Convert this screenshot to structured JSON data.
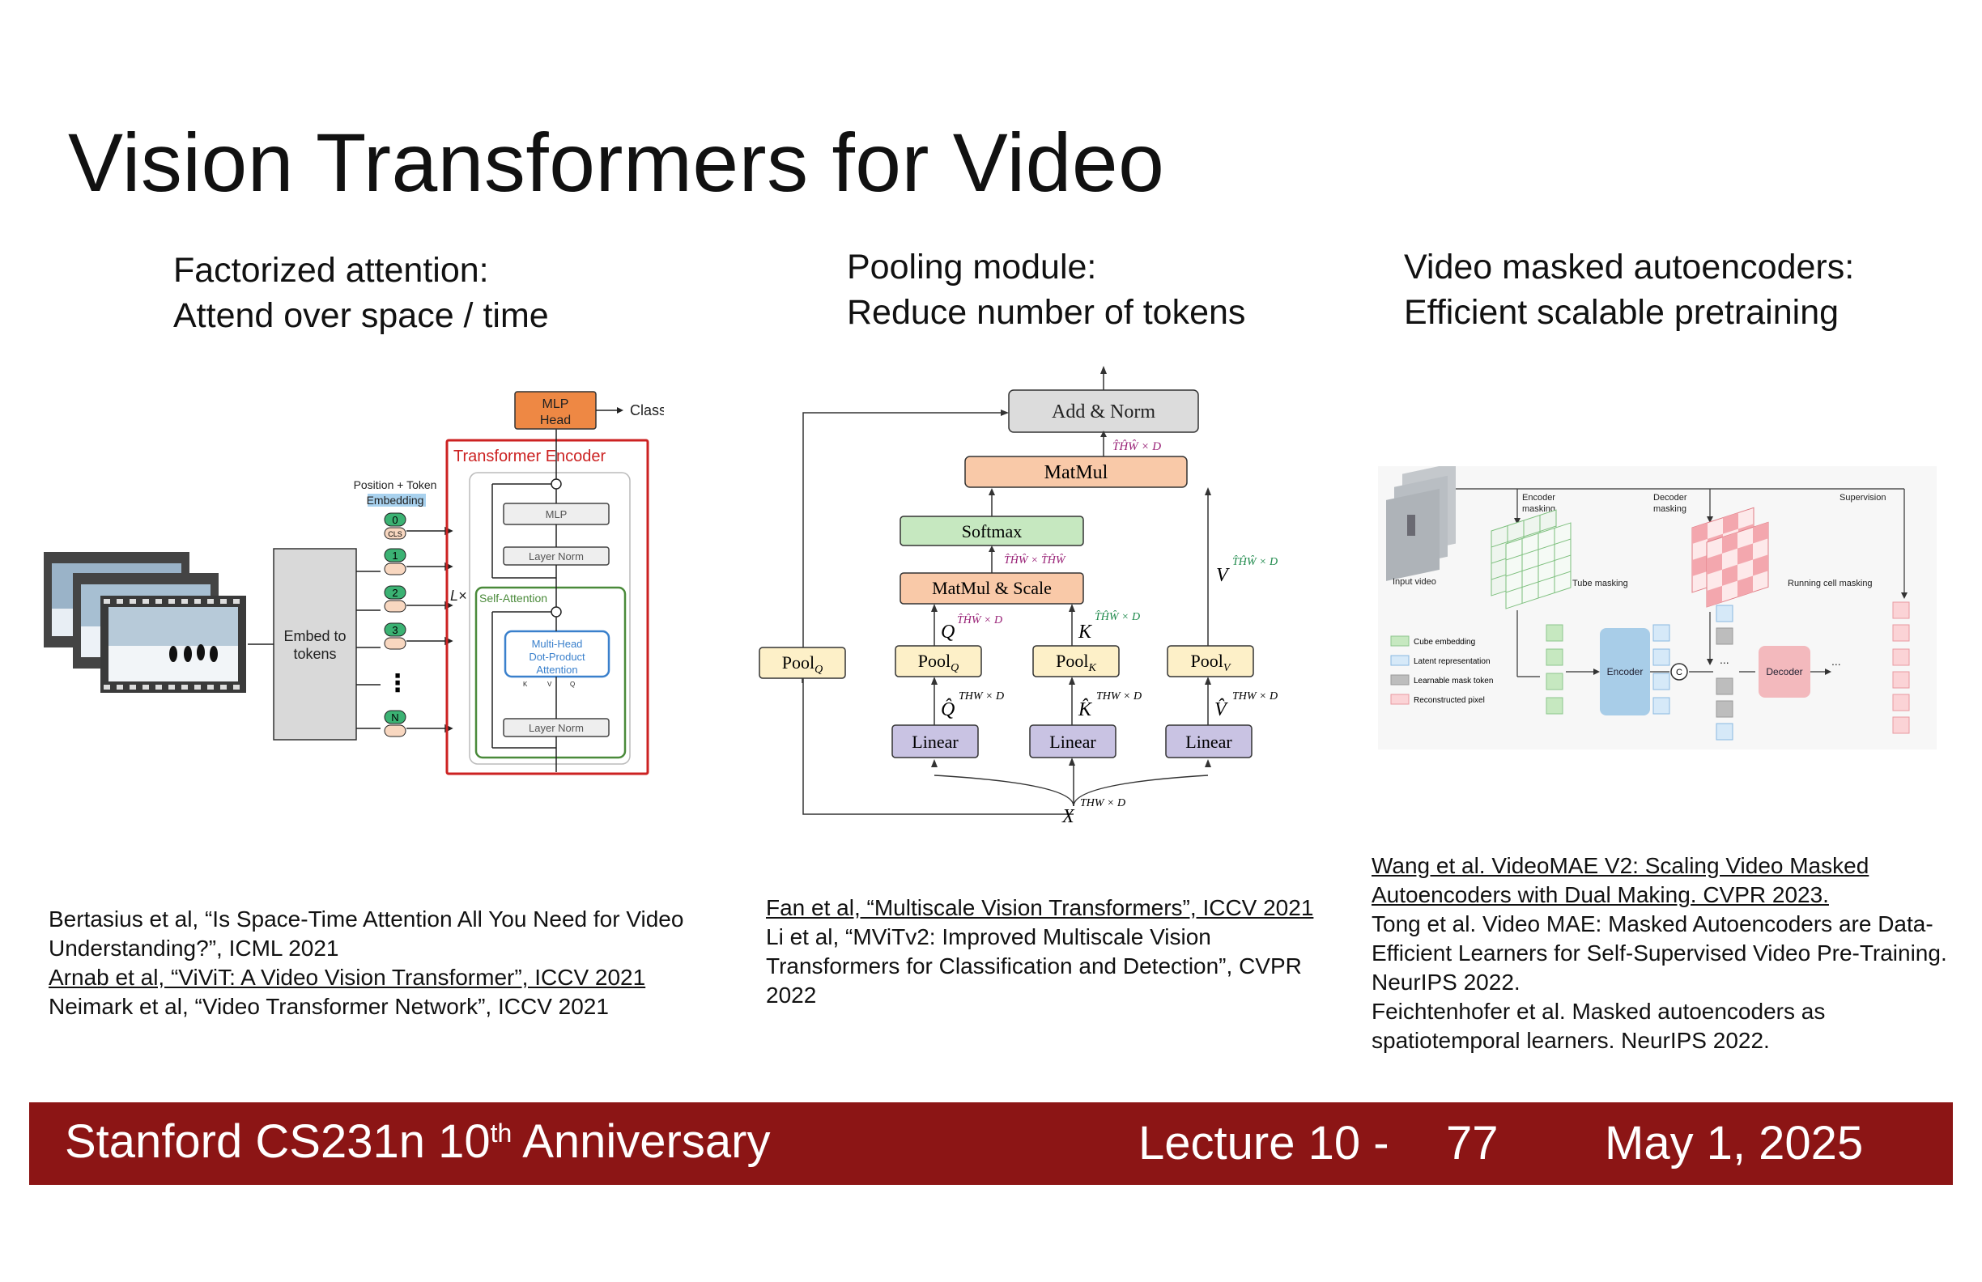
{
  "slide": {
    "title": "Vision Transformers for Video"
  },
  "columns": [
    {
      "heading_line1": "Factorized attention:",
      "heading_line2": "Attend over space / time",
      "figure": {
        "embed_label_1": "Embed to",
        "embed_label_2": "tokens",
        "pos_label": "Position + Token",
        "pos_label_2": "Embedding",
        "tokens": [
          "0",
          "1",
          "2",
          "3",
          "N"
        ],
        "cls": "CLS",
        "dots": "⋮",
        "mlp_head_1": "MLP",
        "mlp_head_2": "Head",
        "class_label": "Class",
        "encoder_title": "Transformer  Encoder",
        "lx": "L×",
        "mlp": "MLP",
        "layer_norm_top": "Layer Norm",
        "self_attention": "Self-Attention",
        "mha_1": "Multi-Head",
        "mha_2": "Dot-Product",
        "mha_3": "Attention",
        "layer_norm_bottom": "Layer Norm",
        "kvq": [
          "K",
          "V",
          "Q"
        ]
      },
      "refs": [
        {
          "text": "Bertasius et al, “Is Space-Time Attention All You Need for Video",
          "underline": false
        },
        {
          "text": "Understanding?”, ICML 2021",
          "underline": false
        },
        {
          "text": "Arnab et al, “ViViT: A Video Vision Transformer”, ICCV 2021",
          "underline": true
        },
        {
          "text": "Neimark et al, “Video Transformer Network”, ICCV 2021",
          "underline": false
        }
      ]
    },
    {
      "heading_line1": "Pooling module:",
      "heading_line2": "Reduce number of tokens",
      "figure": {
        "add_norm": "Add & Norm",
        "matmul": "MatMul",
        "softmax": "Softmax",
        "matmul_scale": "MatMul & Scale",
        "pool_q_side": "Pool",
        "pool_q": "Pool",
        "pool_k": "Pool",
        "pool_v": "Pool",
        "sub_q": "Q",
        "sub_k": "K",
        "sub_v": "V",
        "linear": "Linear",
        "x_label": "X",
        "thwd": "THW × D",
        "hat_thwd": "T̂ĤŴ × D",
        "softmax_dim": "T̂ĤŴ × T̂ĤŴ",
        "q_hat": "Q̂",
        "k_hat": "K̂",
        "v_hat": "V̂",
        "q": "Q",
        "k": "K",
        "v": "V"
      },
      "refs": [
        {
          "text": "Fan et al, “Multiscale Vision Transformers”, ICCV 2021",
          "underline": true
        },
        {
          "text": "Li et al, “MViTv2: Improved Multiscale Vision",
          "underline": false
        },
        {
          "text": "Transformers for Classification and Detection”, CVPR",
          "underline": false
        },
        {
          "text": "2022",
          "underline": false
        }
      ]
    },
    {
      "heading_line1": "Video masked autoencoders:",
      "heading_line2": "Efficient scalable pretraining",
      "figure": {
        "encoder_masking_1": "Encoder",
        "encoder_masking_2": "masking",
        "decoder_masking_1": "Decoder",
        "decoder_masking_2": "masking",
        "supervision": "Supervision",
        "input_video": "Input video",
        "tube_masking": "Tube masking",
        "running_cell_masking": "Running cell masking",
        "legend": [
          "Cube embedding",
          "Latent representation",
          "Learnable mask token",
          "Reconstructed pixel"
        ],
        "encoder": "Encoder",
        "decoder": "Decoder",
        "concat": "C",
        "ellipsis": "..."
      },
      "refs": [
        {
          "text": "Wang et al. VideoMAE V2: Scaling Video Masked",
          "underline": true
        },
        {
          "text": "Autoencoders with Dual Making. CVPR 2023.",
          "underline": true
        },
        {
          "text": "Tong et al. Video MAE: Masked Autoencoders are Data-",
          "underline": false
        },
        {
          "text": "Efficient Learners for Self-Supervised Video Pre-Training.",
          "underline": false
        },
        {
          "text": "NeurIPS 2022.",
          "underline": false
        },
        {
          "text": "Feichtenhofer et al. Masked autoencoders as",
          "underline": false
        },
        {
          "text": "spatiotemporal learners. NeurIPS 2022.",
          "underline": false
        }
      ]
    }
  ],
  "footer": {
    "course": "Stanford CS231n 10",
    "course_sup": "th",
    "course_rest": " Anniversary",
    "lecture": "Lecture 10 -",
    "page": "77",
    "date": "May 1, 2025"
  },
  "colors": {
    "footer_bg": "#8c1515",
    "encoder_red": "#cc2222",
    "self_attention_green": "#4a8a3a",
    "mlp_head_orange": "#ee8844",
    "pool_yellow": "#fdf0c8",
    "linear_purple": "#c9c3e3",
    "matmul_orange": "#f9c9a8",
    "softmax_green": "#c6e8c0",
    "encoder_blue": "#a8cde8",
    "decoder_pink": "#f3b9bd"
  }
}
